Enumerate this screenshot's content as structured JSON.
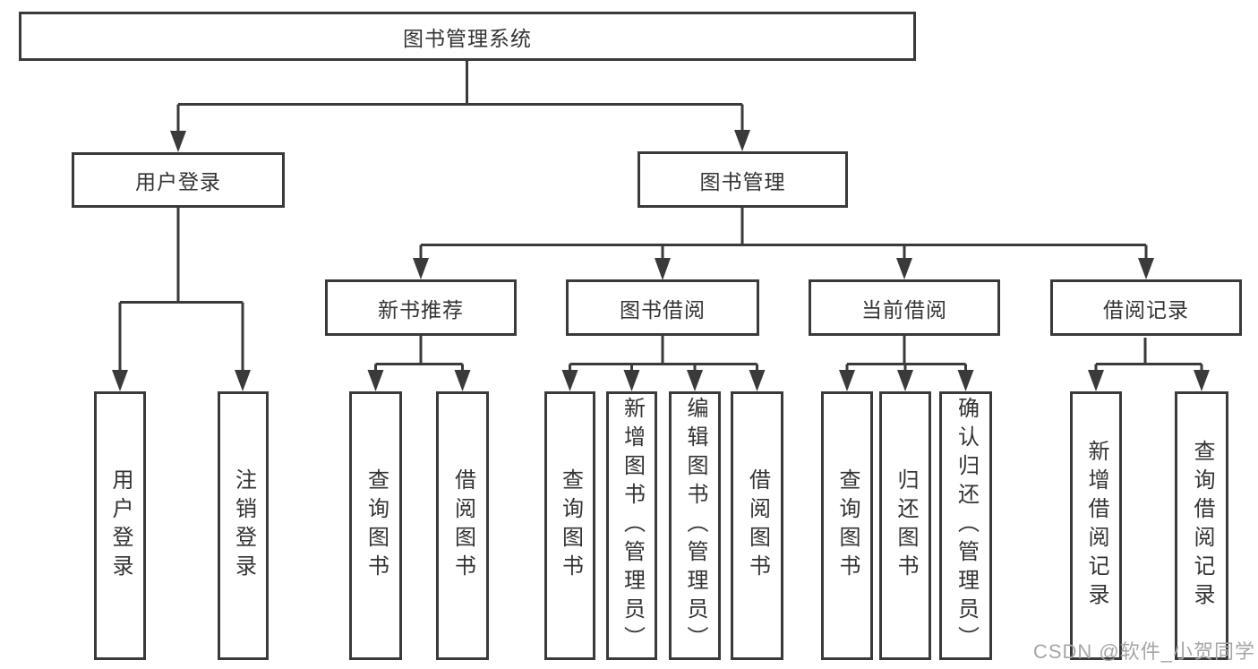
{
  "colors": {
    "line": "#3a3a3a",
    "text": "#333333",
    "watermark": "#a6a6a6",
    "background": "#ffffff"
  },
  "nodes": {
    "root": "图书管理系统",
    "user_login": "用户登录",
    "book_management": "图书管理",
    "new_book_recommend": "新书推荐",
    "book_borrow": "图书借阅",
    "current_borrow": "当前借阅",
    "borrow_records": "借阅记录",
    "leaf_user_login": "用户登录",
    "leaf_logout": "注销登录",
    "leaf_nb_query": "查询图书",
    "leaf_nb_borrow": "借阅图书",
    "leaf_bb_query": "查询图书",
    "leaf_bb_add": "新增图书（管理员）",
    "leaf_bb_edit": "编辑图书（管理员）",
    "leaf_bb_borrow": "借阅图书",
    "leaf_cb_query": "查询图书",
    "leaf_cb_return": "归还图书",
    "leaf_cb_confirm": "确认归还（管理员）",
    "leaf_br_add": "新增借阅记录",
    "leaf_br_query": "查询借阅记录"
  },
  "watermark": {
    "text": "CSDN @软件_小贺同学"
  }
}
